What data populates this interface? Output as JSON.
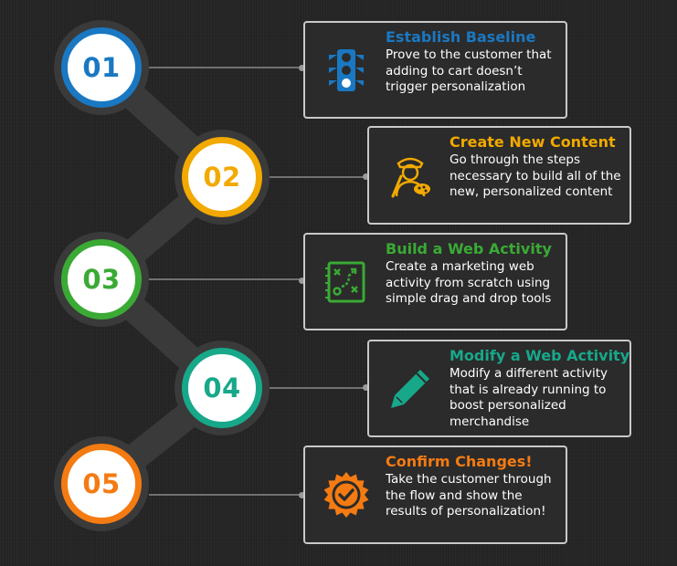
{
  "steps": [
    {
      "number": "01",
      "title": "Establish Baseline",
      "description": "Prove to the customer that adding to cart doesn’t trigger personalization",
      "color": "#1a78c2",
      "icon": "traffic-light-icon"
    },
    {
      "number": "02",
      "title": "Create New Content",
      "description": "Go through the steps necessary to build all of the new, personalized content",
      "color": "#f2a900",
      "icon": "artist-icon"
    },
    {
      "number": "03",
      "title": "Build a Web Activity",
      "description": "Create a marketing web activity from scratch using simple drag and drop tools",
      "color": "#3aaa35",
      "icon": "strategy-board-icon"
    },
    {
      "number": "04",
      "title": "Modify a Web Activity",
      "description": "Modify a different activity that is already running to boost personalized merchandise",
      "color": "#17a88a",
      "icon": "pencil-icon"
    },
    {
      "number": "05",
      "title": "Confirm Changes!",
      "description": "Take the customer through the flow and show the results of personalization!",
      "color": "#f47b12",
      "icon": "check-badge-icon"
    }
  ]
}
